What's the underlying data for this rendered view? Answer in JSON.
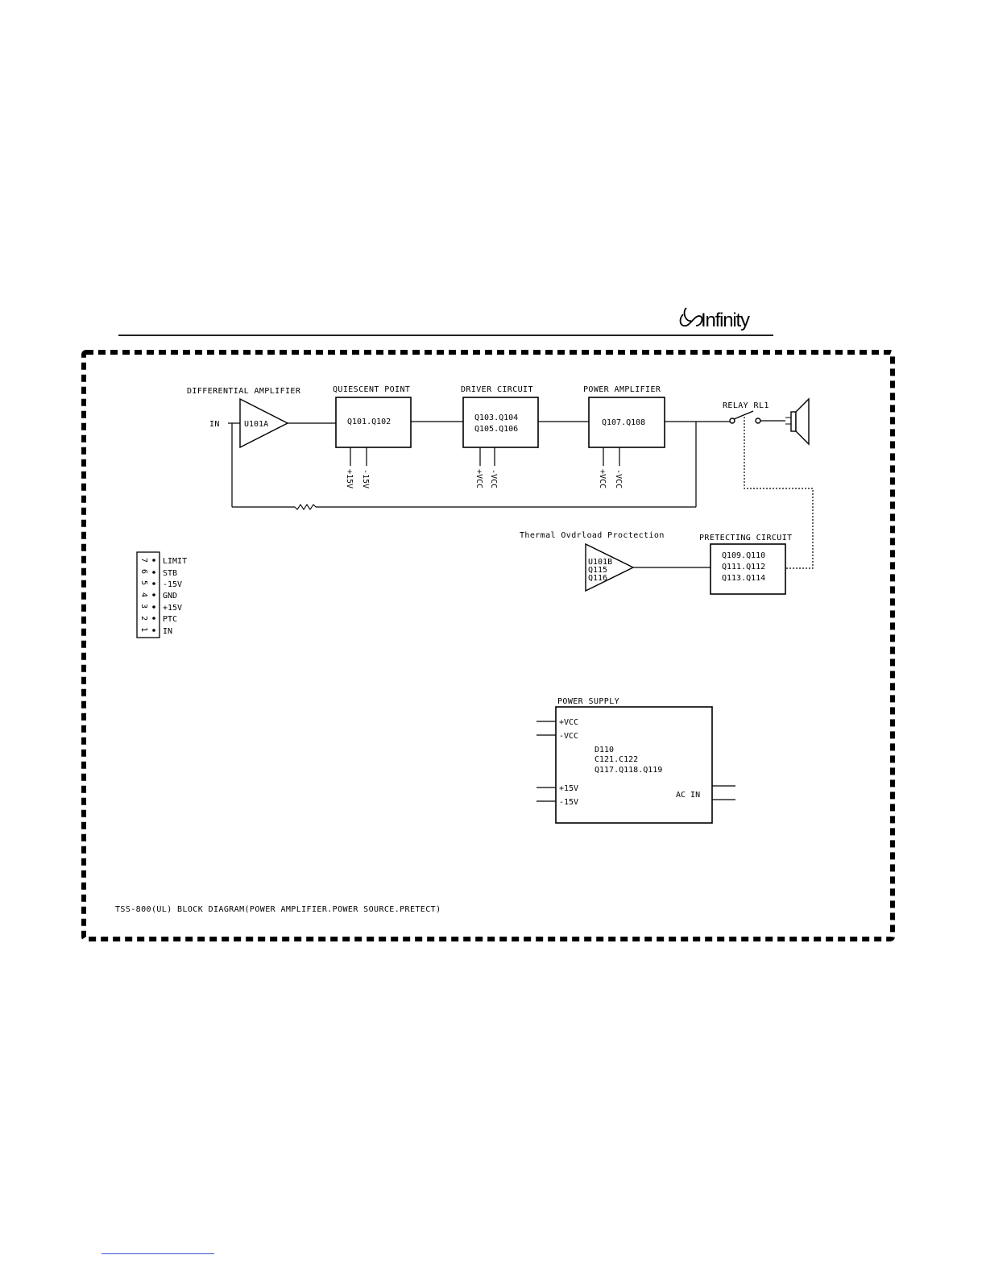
{
  "brand": {
    "logo_text": "Infinity"
  },
  "diagram": {
    "input_label": "IN",
    "blocks": {
      "diff_amp": {
        "title": "DIFFERENTIAL AMPLIFIER",
        "ref": "U101A"
      },
      "quiescent": {
        "title": "QUIESCENT POINT",
        "ref": "Q101.Q102",
        "pins": [
          "+15V",
          "-15V"
        ]
      },
      "driver": {
        "title": "DRIVER CIRCUIT",
        "ref_line1": "Q103.Q104",
        "ref_line2": "Q105.Q106",
        "pins": [
          "+VCC",
          "-VCC"
        ]
      },
      "power_amp": {
        "title": "POWER AMPLIFIER",
        "ref": "Q107.Q108",
        "pins": [
          "+VCC",
          "-VCC"
        ]
      },
      "relay": {
        "title": "RELAY RL1"
      },
      "thermal": {
        "title": "Thermal Ovdrload Proctection",
        "ref_line1": "U101B",
        "ref_line2": "Q115",
        "ref_line3": "Q116"
      },
      "protecting": {
        "title": "PRETECTING CIRCUIT",
        "ref_line1": "Q109.Q110",
        "ref_line2": "Q111.Q112",
        "ref_line3": "Q113.Q114"
      },
      "power_supply": {
        "title": "POWER SUPPLY",
        "outputs": [
          "+VCC",
          "-VCC",
          "+15V",
          "-15V"
        ],
        "ref_line1": "D110",
        "ref_line2": "C121.C122",
        "ref_line3": "Q117.Q118.Q119",
        "input": "AC IN"
      }
    },
    "connector": {
      "pins": [
        {
          "number": "7",
          "label": "LIMIT"
        },
        {
          "number": "6",
          "label": "STB"
        },
        {
          "number": "5",
          "label": "-15V"
        },
        {
          "number": "4",
          "label": "GND"
        },
        {
          "number": "3",
          "label": "+15V"
        },
        {
          "number": "2",
          "label": "PTC"
        },
        {
          "number": "1",
          "label": "IN"
        }
      ]
    },
    "caption": "TSS-800(UL) BLOCK DIAGRAM(POWER AMPLIFIER.POWER SOURCE.PRETECT)"
  }
}
